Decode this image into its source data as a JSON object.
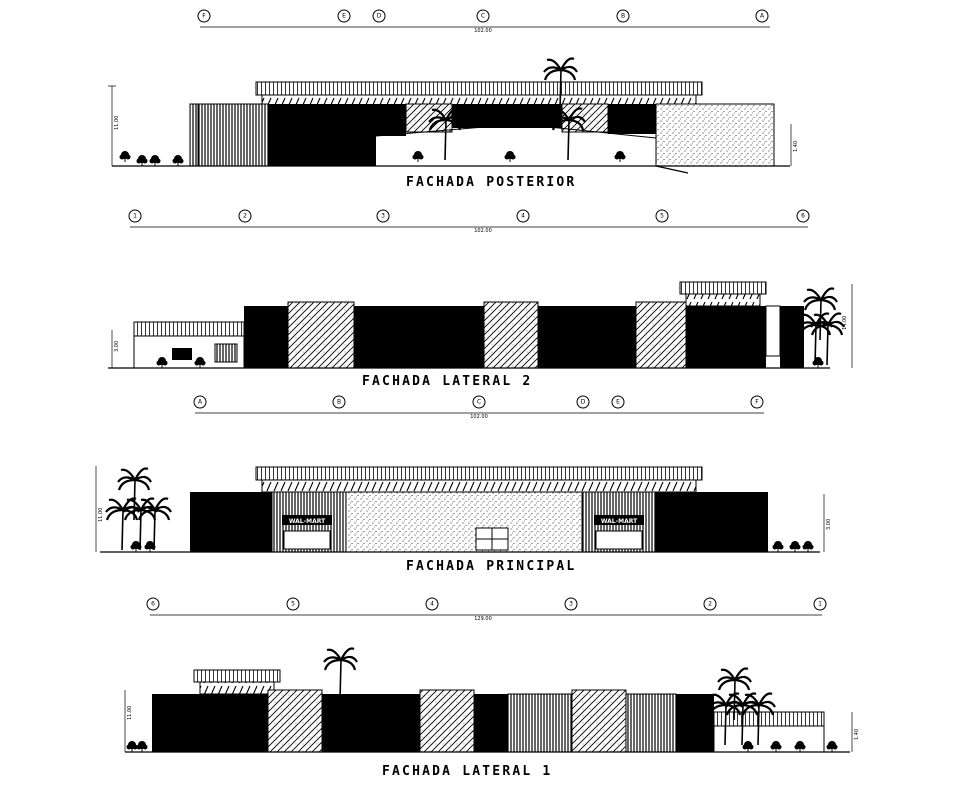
{
  "sheet": {
    "views": [
      {
        "title": "FACHADA POSTERIOR",
        "axes": [
          "F",
          "E",
          "D",
          "C",
          "B",
          "A"
        ],
        "total_dim": "102.00",
        "heights": [
          "11.00",
          "1.40"
        ]
      },
      {
        "title": "FACHADA LATERAL 2",
        "axes": [
          "1",
          "2",
          "3",
          "4",
          "5",
          "6"
        ],
        "total_dim": "102.00",
        "heights": [
          "3.00",
          "14.00"
        ]
      },
      {
        "title": "FACHADA PRINCIPAL",
        "axes": [
          "A",
          "B",
          "C",
          "D",
          "E",
          "F"
        ],
        "total_dim": "102.00",
        "heights": [
          "11.00",
          "3.00"
        ],
        "signs": [
          "WAL-MART",
          "WAL-MART"
        ]
      },
      {
        "title": "FACHADA LATERAL 1",
        "axes": [
          "6",
          "5",
          "4",
          "3",
          "2",
          "1"
        ],
        "total_dim": "129.00",
        "heights": [
          "11.00",
          "1.40"
        ]
      }
    ]
  },
  "colors": {
    "ink": "#000000",
    "paper": "#ffffff"
  }
}
